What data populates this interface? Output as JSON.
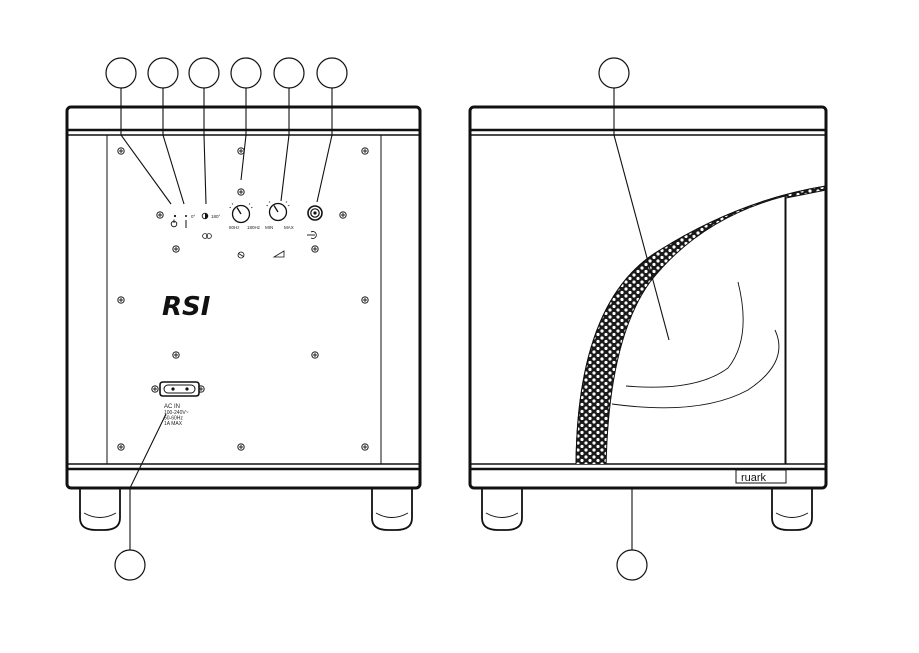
{
  "colors": {
    "stroke": "#111111",
    "panel": "#ffffff",
    "grille": "#1a1a1a"
  },
  "rear_panel": {
    "brand_logo": "RSI",
    "freq_labels": [
      "80Hz",
      "180Hz"
    ],
    "volume_labels": [
      "MIN",
      "MAX"
    ],
    "switch_labels": [
      "0°",
      "180°"
    ],
    "power_label": "AC IN",
    "power_spec": [
      "100-240V~",
      "50-60Hz",
      "1A MAX"
    ]
  },
  "front_panel": {
    "badge": "ruark"
  },
  "callouts": {
    "count_rear_top": 6,
    "count_rear_bottom": 1,
    "count_front_top": 1,
    "count_front_bottom": 1
  }
}
